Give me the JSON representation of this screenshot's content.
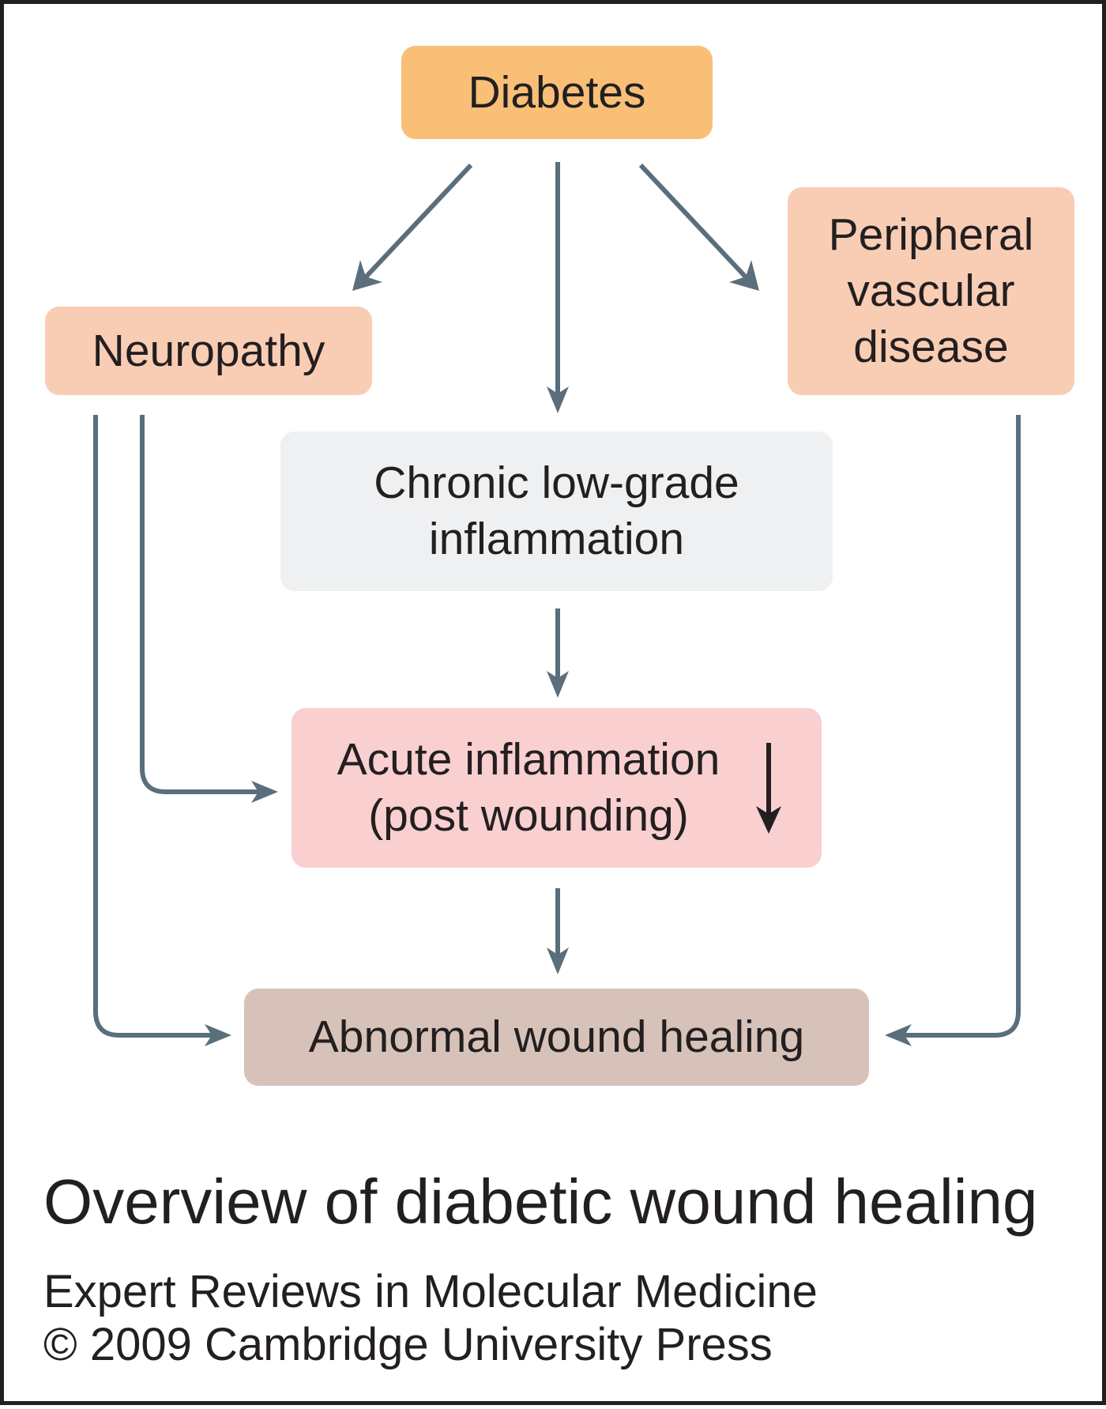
{
  "diagram": {
    "nodes": {
      "diabetes": {
        "label": "Diabetes",
        "color": "#f9bf77"
      },
      "neuropathy": {
        "label": "Neuropathy",
        "color": "#f9cdb4"
      },
      "pvd": {
        "label": "Peripheral\nvascular\ndisease",
        "color": "#f9cdb4"
      },
      "chronic": {
        "label": "Chronic low-grade\ninflammation",
        "color": "#eff0f2"
      },
      "acute": {
        "label": "Acute inflammation\n(post wounding)",
        "color": "#f9cfd0",
        "indicator": "decreased",
        "indicator_icon": "down-arrow-icon"
      },
      "abnormal": {
        "label": "Abnormal wound healing",
        "color": "#d7c2ba"
      }
    },
    "edges": [
      {
        "from": "Diabetes",
        "to": "Neuropathy"
      },
      {
        "from": "Diabetes",
        "to": "Chronic low-grade inflammation"
      },
      {
        "from": "Diabetes",
        "to": "Peripheral vascular disease"
      },
      {
        "from": "Chronic low-grade inflammation",
        "to": "Acute inflammation (post wounding)"
      },
      {
        "from": "Neuropathy",
        "to": "Acute inflammation (post wounding)"
      },
      {
        "from": "Acute inflammation (post wounding)",
        "to": "Abnormal wound healing"
      },
      {
        "from": "Neuropathy",
        "to": "Abnormal wound healing"
      },
      {
        "from": "Peripheral vascular disease",
        "to": "Abnormal wound healing"
      }
    ],
    "arrow_color": "#5a6e7b"
  },
  "caption": {
    "title": "Overview of diabetic wound healing",
    "journal": "Expert Reviews in Molecular Medicine",
    "copyright": "© 2009 Cambridge University Press"
  }
}
